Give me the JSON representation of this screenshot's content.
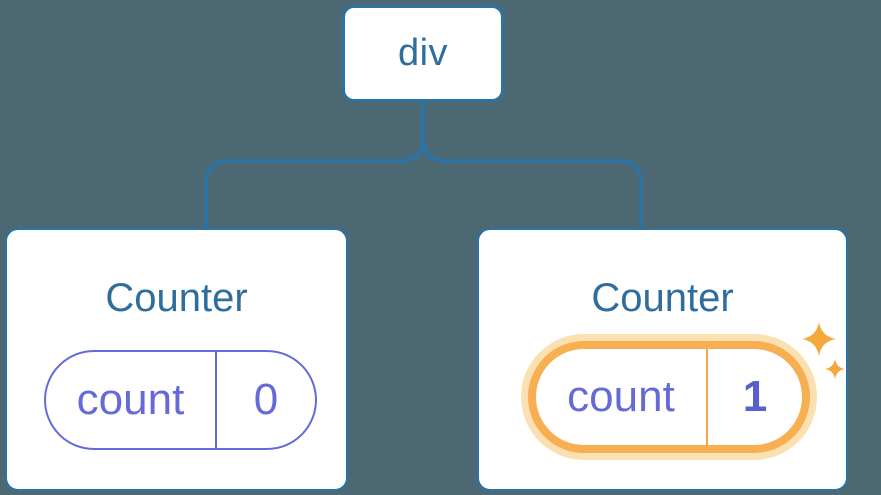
{
  "tree": {
    "root": {
      "label": "div"
    },
    "children": [
      {
        "title": "Counter",
        "state": {
          "name": "count",
          "value": "0"
        },
        "highlighted": false
      },
      {
        "title": "Counter",
        "state": {
          "name": "count",
          "value": "1"
        },
        "highlighted": true
      }
    ]
  },
  "colors": {
    "background": "#4C6872",
    "connector_blue": "#2C73A4",
    "node_text_blue": "#2F6D9D",
    "state_purple": "#666AD9",
    "state_value_bold_purple": "#5A5FCE",
    "highlight_ring_orange": "#F7AF52",
    "highlight_halo_orange": "#FBE1B1",
    "highlight_divider_orange": "#F3A53F",
    "sparkle_orange": "#F5A83C",
    "card_background": "#FFFFFF"
  }
}
